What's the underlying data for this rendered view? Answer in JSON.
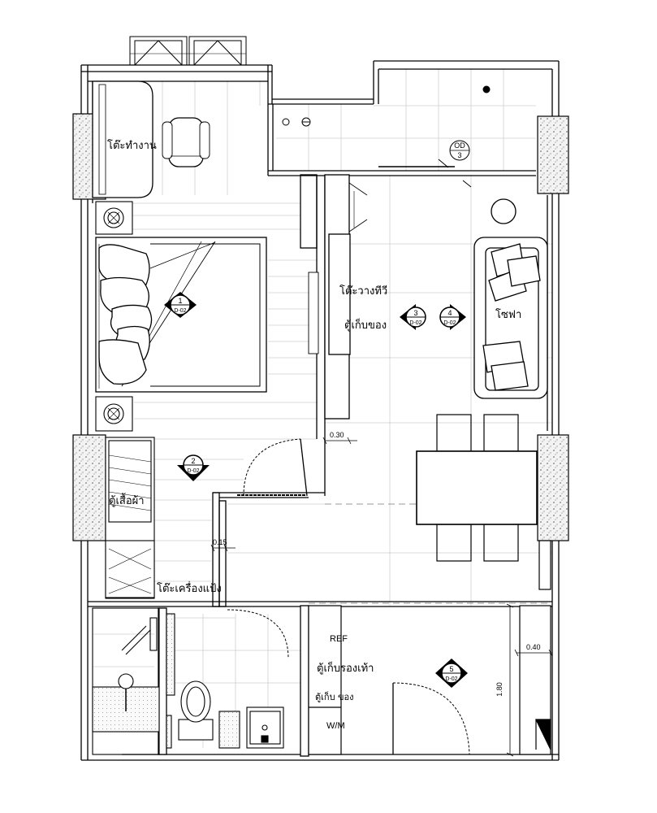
{
  "rooms": {
    "work_desk": "โต๊ะทำงาน",
    "tv_table": "โต๊ะวางทีวี",
    "storage": "ตู้เก็บของ",
    "sofa": "โซฟา",
    "wardrobe": "ตู้เสื้อผ้า",
    "dresser": "โต๊ะเครื่องแป้ง",
    "ref": "REF",
    "shoe_cabinet": "ตู้เก็บรองเท้า",
    "storage2": "ตู้เก็บ ของ",
    "wm": "W/M"
  },
  "dimensions": {
    "d030": "0.30",
    "d015": "0.15",
    "d040": "0.40",
    "d180": "1.80"
  },
  "door_tag": {
    "top": "OD",
    "num": "3"
  },
  "markers": [
    {
      "num": "1",
      "ref": "D-02"
    },
    {
      "num": "2",
      "ref": "D-02"
    },
    {
      "num": "3",
      "ref": "D-02"
    },
    {
      "num": "4",
      "ref": "D-02"
    },
    {
      "num": "5",
      "ref": "D-02"
    }
  ]
}
